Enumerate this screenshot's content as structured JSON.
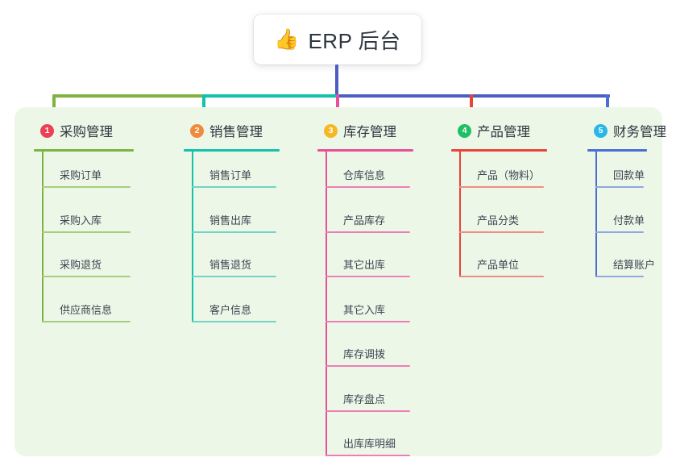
{
  "root": {
    "icon": "thumbs-up-icon",
    "emoji": "👍",
    "title": "ERP 后台"
  },
  "palette": {
    "panel_background": "#edf7e8",
    "page_background": "#ffffff",
    "root_stem": "#4a5fc1",
    "text": "#2f3640"
  },
  "columns": [
    {
      "number": "1",
      "title": "采购管理",
      "badge_color": "#ec4055",
      "line_color": "#7cb342",
      "leaf_line_color": "#a5ce7c",
      "items": [
        "采购订单",
        "采购入库",
        "采购退货",
        "供应商信息"
      ]
    },
    {
      "number": "2",
      "title": "销售管理",
      "badge_color": "#f08a3c",
      "line_color": "#12c2ab",
      "leaf_line_color": "#72d3c6",
      "items": [
        "销售订单",
        "销售出库",
        "销售退货",
        "客户信息"
      ]
    },
    {
      "number": "3",
      "title": "库存管理",
      "badge_color": "#f5b824",
      "line_color": "#e8519a",
      "leaf_line_color": "#ec7fb4",
      "items": [
        "仓库信息",
        "产品库存",
        "其它出库",
        "其它入库",
        "库存调拨",
        "库存盘点",
        "出库库明细"
      ]
    },
    {
      "number": "4",
      "title": "产品管理",
      "badge_color": "#1fc065",
      "line_color": "#e8443a",
      "leaf_line_color": "#f08d85",
      "items": [
        "产品（物料）",
        "产品分类",
        "产品单位"
      ]
    },
    {
      "number": "5",
      "title": "财务管理",
      "badge_color": "#29b6e8",
      "line_color": "#4a6fd4",
      "leaf_line_color": "#8fa8e0",
      "items": [
        "回款单",
        "付款单",
        "结算账户"
      ]
    }
  ],
  "connectors": {
    "bar_segments": [
      {
        "name": "green-segment",
        "color": "#7cb342"
      },
      {
        "name": "teal-segment",
        "color": "#12c2ab"
      },
      {
        "name": "blue-segment",
        "color": "#4a5fc1"
      }
    ],
    "drops": [
      {
        "name": "drop-purchasing",
        "color": "#7cb342"
      },
      {
        "name": "drop-sales",
        "color": "#12c2ab"
      },
      {
        "name": "drop-inventory",
        "color": "#e8519a"
      },
      {
        "name": "drop-product",
        "color": "#e8443a"
      },
      {
        "name": "drop-finance",
        "color": "#4a6fd4"
      }
    ]
  }
}
